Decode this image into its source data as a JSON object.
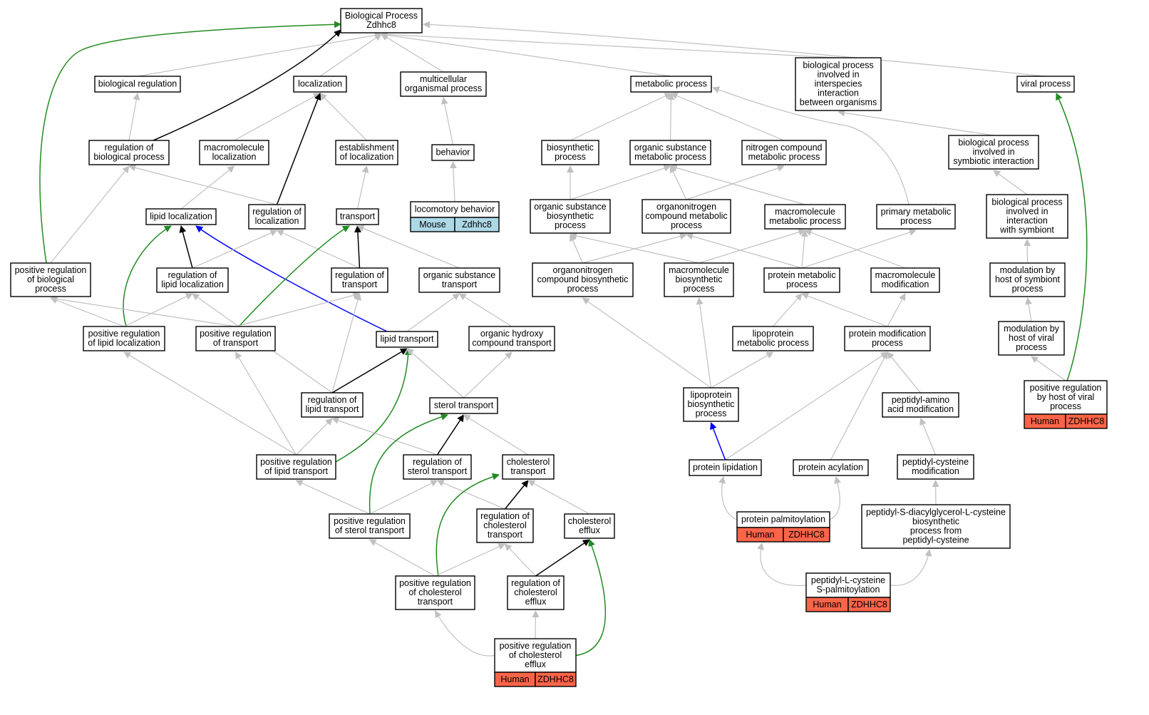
{
  "title_node": {
    "line1": "Biological Process",
    "line2": "Zdhhc8"
  },
  "colors": {
    "is_a_edge": "#c0c0c0",
    "part_of_edge": "#000000",
    "positively_regulates_edge": "#228b22",
    "regulates_edge": "#0000ff",
    "human_annotation": "#fa6449",
    "mouse_annotation": "#add8e6",
    "node_border": "#000000",
    "node_fill": "#ffffff"
  },
  "nodes": [
    {
      "id": "root",
      "lines": [
        "Biological Process",
        "Zdhhc8"
      ]
    },
    {
      "id": "bioreg",
      "lines": [
        "biological regulation"
      ]
    },
    {
      "id": "loc",
      "lines": [
        "localization"
      ]
    },
    {
      "id": "multi",
      "lines": [
        "multicellular",
        "organismal process"
      ]
    },
    {
      "id": "metab",
      "lines": [
        "metabolic process"
      ]
    },
    {
      "id": "interspecies",
      "lines": [
        "biological process",
        "involved in",
        "interspecies",
        "interaction",
        "between organisms"
      ]
    },
    {
      "id": "viral",
      "lines": [
        "viral process"
      ]
    },
    {
      "id": "regbio",
      "lines": [
        "regulation of",
        "biological process"
      ]
    },
    {
      "id": "macroloc",
      "lines": [
        "macromolecule",
        "localization"
      ]
    },
    {
      "id": "estloc",
      "lines": [
        "establishment",
        "of localization"
      ]
    },
    {
      "id": "behavior",
      "lines": [
        "behavior"
      ]
    },
    {
      "id": "biosyn",
      "lines": [
        "biosynthetic",
        "process"
      ]
    },
    {
      "id": "orgsub",
      "lines": [
        "organic substance",
        "metabolic process"
      ]
    },
    {
      "id": "nitro",
      "lines": [
        "nitrogen compound",
        "metabolic process"
      ]
    },
    {
      "id": "symbiotic",
      "lines": [
        "biological process",
        "involved in",
        "symbiotic interaction"
      ]
    },
    {
      "id": "lipidloc",
      "lines": [
        "lipid localization"
      ]
    },
    {
      "id": "regloc",
      "lines": [
        "regulation of",
        "localization"
      ]
    },
    {
      "id": "transport",
      "lines": [
        "transport"
      ]
    },
    {
      "id": "locobeh",
      "lines": [
        "locomotory behavior"
      ],
      "annotation": [
        "Mouse",
        "Zdhhc8"
      ],
      "annotation_kind": "mouse"
    },
    {
      "id": "orgsubbio",
      "lines": [
        "organic substance",
        "biosynthetic",
        "process"
      ]
    },
    {
      "id": "organomet",
      "lines": [
        "organonitrogen",
        "compound metabolic",
        "process"
      ]
    },
    {
      "id": "macromet",
      "lines": [
        "macromolecule",
        "metabolic process"
      ]
    },
    {
      "id": "primary",
      "lines": [
        "primary metabolic",
        "process"
      ]
    },
    {
      "id": "withsym",
      "lines": [
        "biological process",
        "involved in",
        "interaction",
        "with symbiont"
      ]
    },
    {
      "id": "posregbio",
      "lines": [
        "positive regulation",
        "of biological",
        "process"
      ]
    },
    {
      "id": "reglipidloc",
      "lines": [
        "regulation of",
        "lipid localization"
      ]
    },
    {
      "id": "regtrans",
      "lines": [
        "regulation of",
        "transport"
      ]
    },
    {
      "id": "orgsubtrans",
      "lines": [
        "organic substance",
        "transport"
      ]
    },
    {
      "id": "organobio",
      "lines": [
        "organonitrogen",
        "compound biosynthetic",
        "process"
      ]
    },
    {
      "id": "macrobio",
      "lines": [
        "macromolecule",
        "biosynthetic",
        "process"
      ]
    },
    {
      "id": "protmet",
      "lines": [
        "protein metabolic",
        "process"
      ]
    },
    {
      "id": "macromod",
      "lines": [
        "macromolecule",
        "modification"
      ]
    },
    {
      "id": "modsym",
      "lines": [
        "modulation by",
        "host of symbiont",
        "process"
      ]
    },
    {
      "id": "posreglipidloc",
      "lines": [
        "positive regulation",
        "of lipid localization"
      ]
    },
    {
      "id": "posregtrans",
      "lines": [
        "positive regulation",
        "of transport"
      ]
    },
    {
      "id": "lipidtrans",
      "lines": [
        "lipid transport"
      ]
    },
    {
      "id": "orghydroxy",
      "lines": [
        "organic hydroxy",
        "compound transport"
      ]
    },
    {
      "id": "lipoprotmet",
      "lines": [
        "lipoprotein",
        "metabolic process"
      ]
    },
    {
      "id": "protmod",
      "lines": [
        "protein modification",
        "process"
      ]
    },
    {
      "id": "modviral",
      "lines": [
        "modulation by",
        "host of viral",
        "process"
      ]
    },
    {
      "id": "reglipidtrans",
      "lines": [
        "regulation of",
        "lipid transport"
      ]
    },
    {
      "id": "steroltrans",
      "lines": [
        "sterol transport"
      ]
    },
    {
      "id": "lipoprotbio",
      "lines": [
        "lipoprotein",
        "biosynthetic",
        "process"
      ]
    },
    {
      "id": "peptamino",
      "lines": [
        "peptidyl-amino",
        "acid modification"
      ]
    },
    {
      "id": "posregviral",
      "lines": [
        "positive regulation",
        "by host of viral",
        "process"
      ],
      "annotation": [
        "Human",
        "ZDHHC8"
      ],
      "annotation_kind": "human"
    },
    {
      "id": "posreglipidtrans",
      "lines": [
        "positive regulation",
        "of lipid transport"
      ]
    },
    {
      "id": "regsteroltrans",
      "lines": [
        "regulation of",
        "sterol transport"
      ]
    },
    {
      "id": "choltrans",
      "lines": [
        "cholesterol",
        "transport"
      ]
    },
    {
      "id": "protlipid",
      "lines": [
        "protein lipidation"
      ]
    },
    {
      "id": "protacyl",
      "lines": [
        "protein acylation"
      ]
    },
    {
      "id": "peptcys",
      "lines": [
        "peptidyl-cysteine",
        "modification"
      ]
    },
    {
      "id": "posregsteroltrans",
      "lines": [
        "positive regulation",
        "of sterol transport"
      ]
    },
    {
      "id": "regcholtrans",
      "lines": [
        "regulation of",
        "cholesterol",
        "transport"
      ]
    },
    {
      "id": "cholefflux",
      "lines": [
        "cholesterol",
        "efflux"
      ]
    },
    {
      "id": "protpalm",
      "lines": [
        "protein palmitoylation"
      ],
      "annotation": [
        "Human",
        "ZDHHC8"
      ],
      "annotation_kind": "human"
    },
    {
      "id": "peptdiacyl",
      "lines": [
        "peptidyl-S-diacylglycerol-L-cysteine",
        "biosynthetic",
        "process from",
        "peptidyl-cysteine"
      ]
    },
    {
      "id": "posregcholtrans",
      "lines": [
        "positive regulation",
        "of cholesterol",
        "transport"
      ]
    },
    {
      "id": "regcholefflux",
      "lines": [
        "regulation of",
        "cholesterol",
        "efflux"
      ]
    },
    {
      "id": "peptpalm",
      "lines": [
        "peptidyl-L-cysteine",
        "S-palmitoylation"
      ],
      "annotation": [
        "Human",
        "ZDHHC8"
      ],
      "annotation_kind": "human"
    },
    {
      "id": "posregcholefflux",
      "lines": [
        "positive regulation",
        "of cholesterol",
        "efflux"
      ],
      "annotation": [
        "Human",
        "ZDHHC8"
      ],
      "annotation_kind": "human"
    }
  ],
  "edges": [
    {
      "from": "bioreg",
      "to": "root",
      "kind": "is_a"
    },
    {
      "from": "loc",
      "to": "root",
      "kind": "is_a"
    },
    {
      "from": "multi",
      "to": "root",
      "kind": "is_a"
    },
    {
      "from": "metab",
      "to": "root",
      "kind": "is_a"
    },
    {
      "from": "interspecies",
      "to": "root",
      "kind": "is_a"
    },
    {
      "from": "viral",
      "to": "root",
      "kind": "is_a"
    },
    {
      "from": "regbio",
      "to": "root",
      "kind": "part_of"
    },
    {
      "from": "posregbio",
      "to": "root",
      "kind": "positively_regulates"
    },
    {
      "from": "regbio",
      "to": "bioreg",
      "kind": "is_a"
    },
    {
      "from": "macroloc",
      "to": "loc",
      "kind": "is_a"
    },
    {
      "from": "estloc",
      "to": "loc",
      "kind": "is_a"
    },
    {
      "from": "regloc",
      "to": "loc",
      "kind": "part_of"
    },
    {
      "from": "behavior",
      "to": "multi",
      "kind": "is_a"
    },
    {
      "from": "biosyn",
      "to": "metab",
      "kind": "is_a"
    },
    {
      "from": "orgsub",
      "to": "metab",
      "kind": "is_a"
    },
    {
      "from": "nitro",
      "to": "metab",
      "kind": "is_a"
    },
    {
      "from": "primary",
      "to": "metab",
      "kind": "is_a"
    },
    {
      "from": "symbiotic",
      "to": "interspecies",
      "kind": "is_a"
    },
    {
      "from": "posregviral",
      "to": "viral",
      "kind": "positively_regulates"
    },
    {
      "from": "regloc",
      "to": "regbio",
      "kind": "is_a"
    },
    {
      "from": "posregbio",
      "to": "regbio",
      "kind": "is_a"
    },
    {
      "from": "lipidloc",
      "to": "macroloc",
      "kind": "is_a"
    },
    {
      "from": "transport",
      "to": "estloc",
      "kind": "is_a"
    },
    {
      "from": "locobeh",
      "to": "behavior",
      "kind": "is_a"
    },
    {
      "from": "orgsubbio",
      "to": "biosyn",
      "kind": "is_a"
    },
    {
      "from": "orgsubbio",
      "to": "orgsub",
      "kind": "is_a"
    },
    {
      "from": "organomet",
      "to": "orgsub",
      "kind": "is_a"
    },
    {
      "from": "macromet",
      "to": "orgsub",
      "kind": "is_a"
    },
    {
      "from": "organomet",
      "to": "nitro",
      "kind": "is_a"
    },
    {
      "from": "withsym",
      "to": "symbiotic",
      "kind": "is_a"
    },
    {
      "from": "reglipidloc",
      "to": "lipidloc",
      "kind": "part_of"
    },
    {
      "from": "posreglipidloc",
      "to": "lipidloc",
      "kind": "positively_regulates"
    },
    {
      "from": "lipidtrans",
      "to": "lipidloc",
      "kind": "regulates"
    },
    {
      "from": "reglipidloc",
      "to": "regloc",
      "kind": "is_a"
    },
    {
      "from": "regtrans",
      "to": "regloc",
      "kind": "is_a"
    },
    {
      "from": "regtrans",
      "to": "transport",
      "kind": "part_of"
    },
    {
      "from": "posregtrans",
      "to": "transport",
      "kind": "positively_regulates"
    },
    {
      "from": "orgsubtrans",
      "to": "transport",
      "kind": "is_a"
    },
    {
      "from": "organobio",
      "to": "orgsubbio",
      "kind": "is_a"
    },
    {
      "from": "organobio",
      "to": "organomet",
      "kind": "is_a"
    },
    {
      "from": "protmet",
      "to": "organomet",
      "kind": "is_a"
    },
    {
      "from": "macrobio",
      "to": "macromet",
      "kind": "is_a"
    },
    {
      "from": "protmet",
      "to": "macromet",
      "kind": "is_a"
    },
    {
      "from": "macromod",
      "to": "macromet",
      "kind": "is_a"
    },
    {
      "from": "protmet",
      "to": "primary",
      "kind": "is_a"
    },
    {
      "from": "macrobio",
      "to": "orgsubbio",
      "kind": "is_a"
    },
    {
      "from": "modsym",
      "to": "withsym",
      "kind": "is_a"
    },
    {
      "from": "posreglipidloc",
      "to": "posregbio",
      "kind": "is_a"
    },
    {
      "from": "posregtrans",
      "to": "posregbio",
      "kind": "is_a"
    },
    {
      "from": "posreglipidloc",
      "to": "reglipidloc",
      "kind": "is_a"
    },
    {
      "from": "reglipidtrans",
      "to": "reglipidloc",
      "kind": "is_a"
    },
    {
      "from": "posregtrans",
      "to": "regtrans",
      "kind": "is_a"
    },
    {
      "from": "reglipidtrans",
      "to": "regtrans",
      "kind": "is_a"
    },
    {
      "from": "lipidtrans",
      "to": "orgsubtrans",
      "kind": "is_a"
    },
    {
      "from": "orghydroxy",
      "to": "orgsubtrans",
      "kind": "is_a"
    },
    {
      "from": "lipoprotbio",
      "to": "organobio",
      "kind": "is_a"
    },
    {
      "from": "lipoprotbio",
      "to": "macrobio",
      "kind": "is_a"
    },
    {
      "from": "lipoprotmet",
      "to": "protmet",
      "kind": "is_a"
    },
    {
      "from": "protmod",
      "to": "protmet",
      "kind": "is_a"
    },
    {
      "from": "protmod",
      "to": "macromod",
      "kind": "is_a"
    },
    {
      "from": "modviral",
      "to": "modsym",
      "kind": "is_a"
    },
    {
      "from": "posreglipidtrans",
      "to": "posreglipidloc",
      "kind": "is_a"
    },
    {
      "from": "posreglipidtrans",
      "to": "posregtrans",
      "kind": "is_a"
    },
    {
      "from": "reglipidtrans",
      "to": "lipidtrans",
      "kind": "part_of"
    },
    {
      "from": "posreglipidtrans",
      "to": "lipidtrans",
      "kind": "positively_regulates"
    },
    {
      "from": "steroltrans",
      "to": "lipidtrans",
      "kind": "is_a"
    },
    {
      "from": "steroltrans",
      "to": "orghydroxy",
      "kind": "is_a"
    },
    {
      "from": "lipoprotbio",
      "to": "lipoprotmet",
      "kind": "is_a"
    },
    {
      "from": "protlipid",
      "to": "protmod",
      "kind": "is_a"
    },
    {
      "from": "protacyl",
      "to": "protmod",
      "kind": "is_a"
    },
    {
      "from": "peptamino",
      "to": "protmod",
      "kind": "is_a"
    },
    {
      "from": "posregviral",
      "to": "modviral",
      "kind": "is_a"
    },
    {
      "from": "posreglipidtrans",
      "to": "reglipidtrans",
      "kind": "is_a"
    },
    {
      "from": "regsteroltrans",
      "to": "reglipidtrans",
      "kind": "is_a"
    },
    {
      "from": "regsteroltrans",
      "to": "steroltrans",
      "kind": "part_of"
    },
    {
      "from": "posregsteroltrans",
      "to": "steroltrans",
      "kind": "positively_regulates"
    },
    {
      "from": "choltrans",
      "to": "steroltrans",
      "kind": "is_a"
    },
    {
      "from": "protlipid",
      "to": "lipoprotbio",
      "kind": "regulates"
    },
    {
      "from": "peptcys",
      "to": "peptamino",
      "kind": "is_a"
    },
    {
      "from": "posregsteroltrans",
      "to": "posreglipidtrans",
      "kind": "is_a"
    },
    {
      "from": "posregsteroltrans",
      "to": "regsteroltrans",
      "kind": "is_a"
    },
    {
      "from": "regcholtrans",
      "to": "regsteroltrans",
      "kind": "is_a"
    },
    {
      "from": "regcholtrans",
      "to": "choltrans",
      "kind": "part_of"
    },
    {
      "from": "posregcholtrans",
      "to": "choltrans",
      "kind": "positively_regulates"
    },
    {
      "from": "cholefflux",
      "to": "choltrans",
      "kind": "is_a"
    },
    {
      "from": "protpalm",
      "to": "protlipid",
      "kind": "is_a"
    },
    {
      "from": "protpalm",
      "to": "protacyl",
      "kind": "is_a"
    },
    {
      "from": "peptdiacyl",
      "to": "peptcys",
      "kind": "is_a"
    },
    {
      "from": "posregcholtrans",
      "to": "posregsteroltrans",
      "kind": "is_a"
    },
    {
      "from": "posregcholtrans",
      "to": "regcholtrans",
      "kind": "is_a"
    },
    {
      "from": "regcholefflux",
      "to": "regcholtrans",
      "kind": "is_a"
    },
    {
      "from": "regcholefflux",
      "to": "cholefflux",
      "kind": "part_of"
    },
    {
      "from": "posregcholefflux",
      "to": "cholefflux",
      "kind": "positively_regulates"
    },
    {
      "from": "peptpalm",
      "to": "protpalm",
      "kind": "is_a"
    },
    {
      "from": "peptpalm",
      "to": "peptdiacyl",
      "kind": "is_a"
    },
    {
      "from": "posregcholefflux",
      "to": "posregcholtrans",
      "kind": "is_a"
    },
    {
      "from": "posregcholefflux",
      "to": "regcholefflux",
      "kind": "is_a"
    }
  ]
}
